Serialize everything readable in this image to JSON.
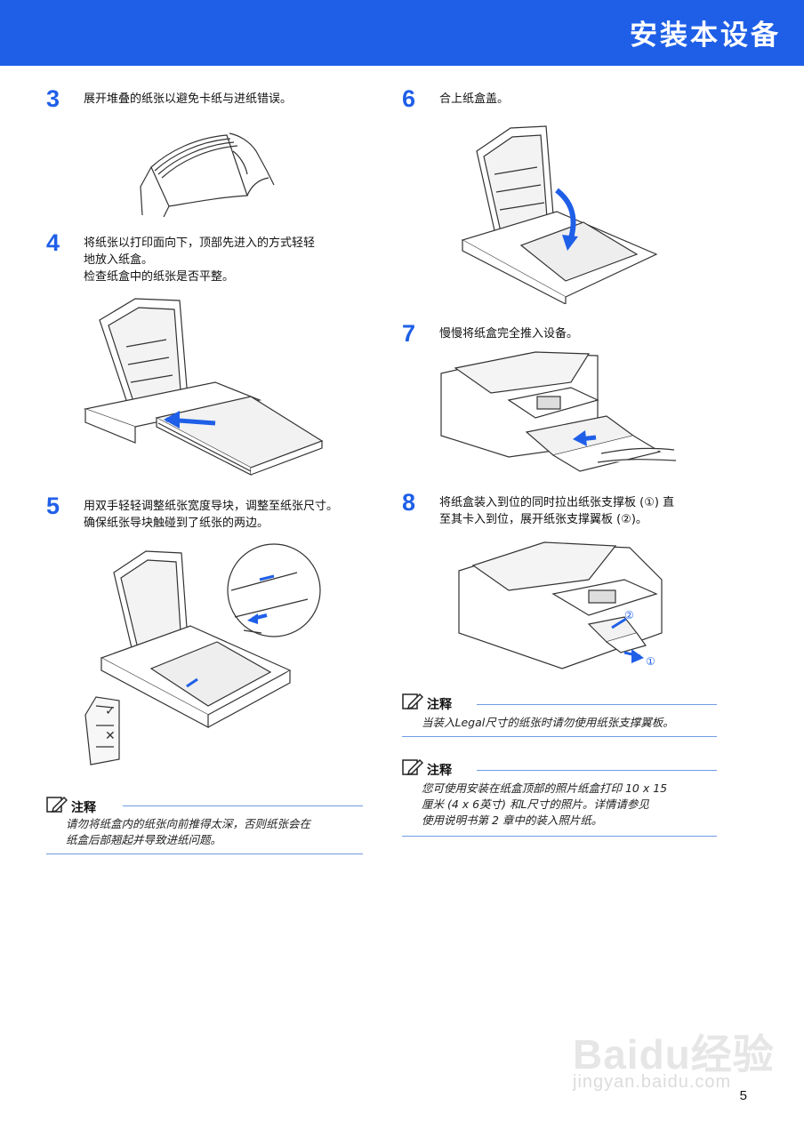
{
  "header": {
    "title": "安装本设备"
  },
  "steps": {
    "s3": {
      "number": "3",
      "lines": [
        "展开堆叠的纸张以避免卡纸与进纸错误。"
      ]
    },
    "s4": {
      "number": "4",
      "lines": [
        "将纸张以打印面向下，顶部先进入的方式轻轻",
        "地放入纸盒。",
        "检查纸盒中的纸张是否平整。"
      ]
    },
    "s5": {
      "number": "5",
      "lines": [
        "用双手轻轻调整纸张宽度导块，调整至纸张尺寸。",
        "确保纸张导块触碰到了纸张的两边。"
      ]
    },
    "s6": {
      "number": "6",
      "lines": [
        "合上纸盒盖。"
      ]
    },
    "s7": {
      "number": "7",
      "lines": [
        "慢慢将纸盒完全推入设备。"
      ]
    },
    "s8": {
      "number": "8",
      "lines": [
        "将纸盒装入到位的同时拉出纸张支撑板 (①) 直",
        "至其卡入到位，展开纸张支撑翼板 (②)。"
      ]
    }
  },
  "figure_labels": {
    "callout_1": "①",
    "callout_2": "②",
    "check_mark": "✓",
    "cross_mark": "✕"
  },
  "notes": {
    "left": {
      "title": "注释",
      "lines": [
        "请勿将纸盒内的纸张向前推得太深，否则纸张会在",
        "纸盒后部翘起并导致进纸问题。"
      ]
    },
    "right1": {
      "title": "注释",
      "lines": [
        "当装入Legal尺寸的纸张时请勿使用纸张支撑翼板。"
      ]
    },
    "right2": {
      "title": "注释",
      "lines": [
        "您可使用安装在纸盒顶部的照片纸盒打印 10 x 15",
        "厘米 (4 x 6英寸) 和L尺寸的照片。详情请参见",
        "使用说明书第 2 章中的装入照片纸。"
      ]
    }
  },
  "footer": {
    "page_number": "5"
  },
  "watermark": {
    "logo": "Baidu经验",
    "url": "jingyan.baidu.com"
  },
  "colors": {
    "accent": "#1f5fe8",
    "rule": "#6e9be6",
    "arrow": "#1f5fe8"
  }
}
